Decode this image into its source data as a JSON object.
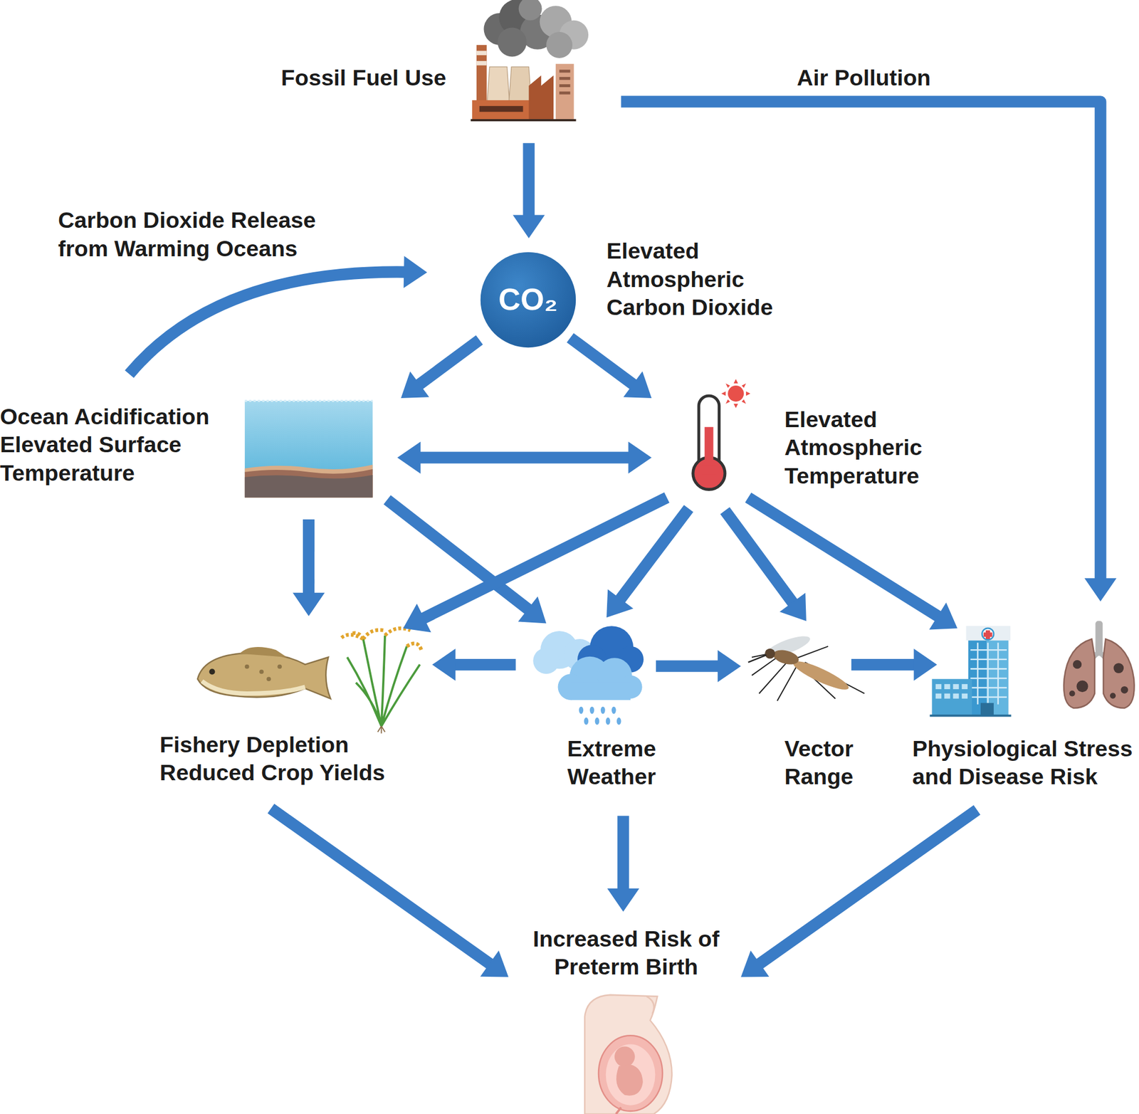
{
  "diagram": {
    "nodes": [
      {
        "text": [
          "Fossil Fuel Use"
        ]
      },
      {
        "text": [
          "CO₂",
          "Elevated Atmospheric Carbon Dioxide"
        ]
      },
      {
        "text": [
          "Ocean Acidification",
          "Elevated Surface Temperature"
        ]
      },
      {
        "text": [
          "Elevated Atmospheric Temperature"
        ]
      },
      {
        "text": [
          "Fishery Depletion",
          "Reduced Crop Yields"
        ]
      },
      {
        "text": [
          "Extreme Weather"
        ]
      },
      {
        "text": [
          "Vector Range"
        ]
      },
      {
        "text": [
          "Physiological Stress and Disease Risk"
        ]
      },
      {
        "text": [
          "Increased Risk of Preterm Birth"
        ]
      }
    ],
    "edges": [
      {
        "from": 0,
        "to": 1,
        "arrow": "to"
      },
      {
        "from": 0,
        "to": 7,
        "label": "Air Pollution",
        "arrow": "to"
      },
      {
        "from": 2,
        "to": 1,
        "label": "Carbon Dioxide Release from Warming Oceans",
        "arrow": "to"
      },
      {
        "from": 1,
        "to": 2,
        "arrow": "to"
      },
      {
        "from": 1,
        "to": 3,
        "arrow": "to"
      },
      {
        "from": 2,
        "to": 3,
        "arrow": "both"
      },
      {
        "from": 2,
        "to": 4,
        "arrow": "to"
      },
      {
        "from": 2,
        "to": 5,
        "arrow": "to"
      },
      {
        "from": 3,
        "to": 4,
        "arrow": "to"
      },
      {
        "from": 3,
        "to": 5,
        "arrow": "to"
      },
      {
        "from": 3,
        "to": 6,
        "arrow": "to"
      },
      {
        "from": 3,
        "to": 7,
        "arrow": "to"
      },
      {
        "from": 5,
        "to": 4,
        "arrow": "to"
      },
      {
        "from": 5,
        "to": 6,
        "arrow": "to"
      },
      {
        "from": 6,
        "to": 7,
        "arrow": "to"
      },
      {
        "from": 4,
        "to": 8,
        "arrow": "to"
      },
      {
        "from": 5,
        "to": 8,
        "arrow": "to"
      },
      {
        "from": 7,
        "to": 8,
        "arrow": "to"
      }
    ]
  }
}
